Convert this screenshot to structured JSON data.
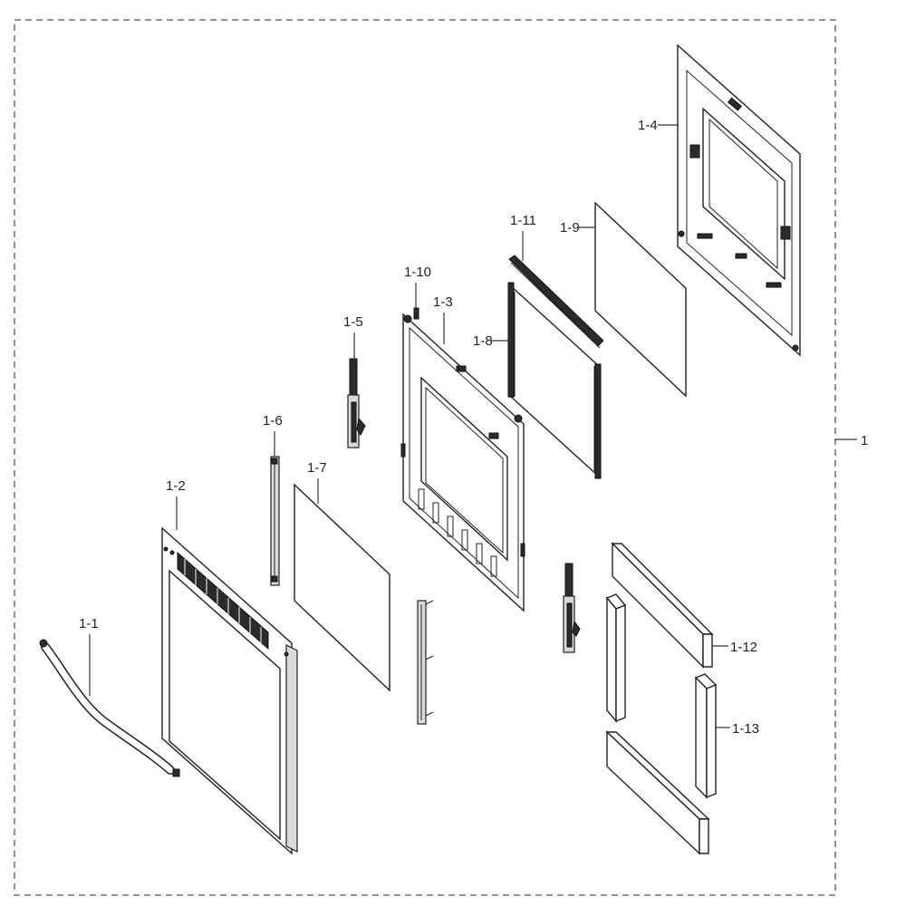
{
  "diagram": {
    "assembly_label": "1",
    "parts": [
      {
        "id": "p1_1",
        "label": "1-1"
      },
      {
        "id": "p1_2",
        "label": "1-2"
      },
      {
        "id": "p1_3",
        "label": "1-3"
      },
      {
        "id": "p1_4",
        "label": "1-4"
      },
      {
        "id": "p1_5",
        "label": "1-5"
      },
      {
        "id": "p1_6",
        "label": "1-6"
      },
      {
        "id": "p1_7",
        "label": "1-7"
      },
      {
        "id": "p1_8",
        "label": "1-8"
      },
      {
        "id": "p1_9",
        "label": "1-9"
      },
      {
        "id": "p1_10",
        "label": "1-10"
      },
      {
        "id": "p1_11",
        "label": "1-11"
      },
      {
        "id": "p1_12",
        "label": "1-12"
      },
      {
        "id": "p1_13",
        "label": "1-13"
      }
    ]
  },
  "colors": {
    "line": "#222222",
    "border": "#555555",
    "background": "#ffffff"
  }
}
